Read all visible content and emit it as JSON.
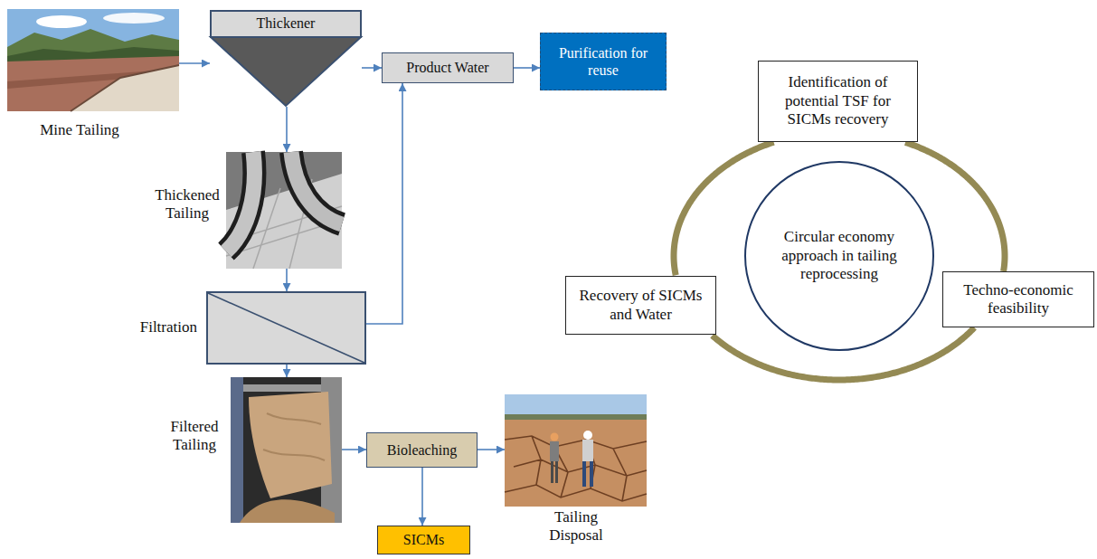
{
  "diagram": {
    "nodes": [
      {
        "text": [
          "Mine Tailing"
        ]
      },
      {
        "text": [
          "Thickener"
        ]
      },
      {
        "text": [
          "Product Water"
        ]
      },
      {
        "text": [
          "Purification for reuse"
        ]
      },
      {
        "text": [
          "Thickened Tailing"
        ]
      },
      {
        "text": [
          "Filtration"
        ]
      },
      {
        "text": [
          "Filtered Tailing"
        ]
      },
      {
        "text": [
          "Bioleaching"
        ]
      },
      {
        "text": [
          "SICMs"
        ]
      },
      {
        "text": [
          "Tailing Disposal"
        ]
      },
      {
        "text": [
          "Identification of potential TSF for SICMs recovery"
        ]
      },
      {
        "text": [
          "Circular economy approach in tailing reprocessing"
        ]
      },
      {
        "text": [
          "Techno-economic feasibility"
        ]
      },
      {
        "text": [
          "Recovery of SICMs and Water"
        ]
      }
    ],
    "edges": [
      {
        "from": 0,
        "to": 1,
        "arrow": "to"
      },
      {
        "from": 1,
        "to": 2,
        "arrow": "to"
      },
      {
        "from": 2,
        "to": 3,
        "arrow": "to"
      },
      {
        "from": 1,
        "to": 4,
        "arrow": "to"
      },
      {
        "from": 4,
        "to": 5,
        "arrow": "to"
      },
      {
        "from": 5,
        "to": 2,
        "arrow": "to"
      },
      {
        "from": 5,
        "to": 6,
        "arrow": "to"
      },
      {
        "from": 6,
        "to": 7,
        "arrow": "to"
      },
      {
        "from": 7,
        "to": 8,
        "arrow": "to"
      },
      {
        "from": 7,
        "to": 9,
        "arrow": "to"
      },
      {
        "from": 10,
        "to": 12,
        "arrow": "none"
      },
      {
        "from": 12,
        "to": 13,
        "arrow": "none"
      },
      {
        "from": 13,
        "to": 10,
        "arrow": "none"
      }
    ]
  }
}
